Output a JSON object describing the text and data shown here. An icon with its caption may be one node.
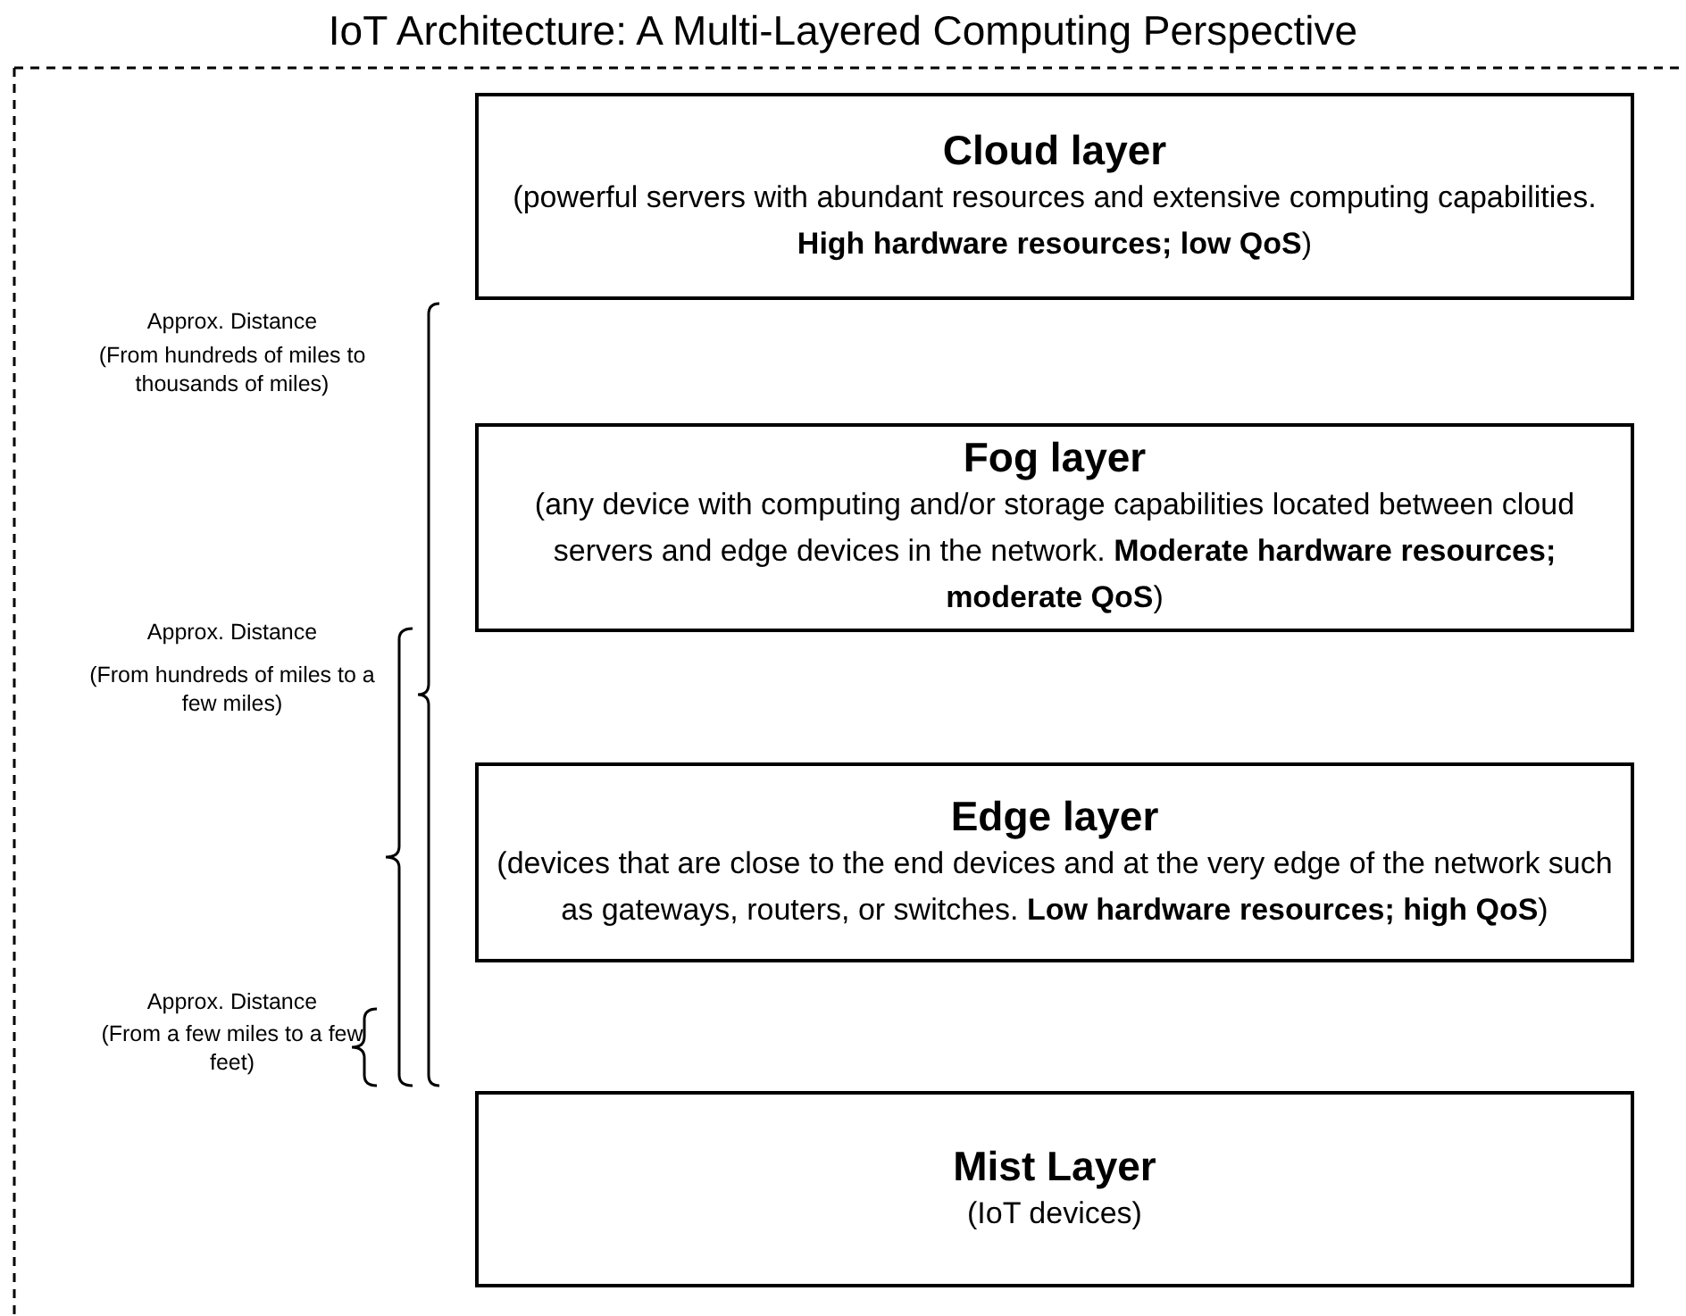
{
  "diagram": {
    "title": "IoT Architecture: A Multi-Layered Computing Perspective",
    "nodes": [
      {
        "text": [
          "Cloud layer",
          "(powerful servers with abundant resources and extensive computing capabilities. **High hardware resources; low QoS**)"
        ]
      },
      {
        "text": [
          "Fog layer",
          "(any device with computing and/or storage capabilities located between cloud servers and edge devices in the network. **Moderate hardware resources; moderate QoS**)"
        ]
      },
      {
        "text": [
          "Edge layer",
          "(devices that are close to the end devices and at the very edge of the network such as gateways, routers, or switches. **Low hardware resources; high QoS**)"
        ]
      },
      {
        "text": [
          "Mist Layer",
          "(IoT devices)"
        ]
      }
    ],
    "edges": [],
    "labels": [
      "Approx. Distance",
      "(From hundreds of miles to thousands of miles)",
      "Approx. Distance",
      "(From hundreds of miles to a few miles)",
      "Approx. Distance",
      "(From a few miles to a few feet)"
    ]
  }
}
